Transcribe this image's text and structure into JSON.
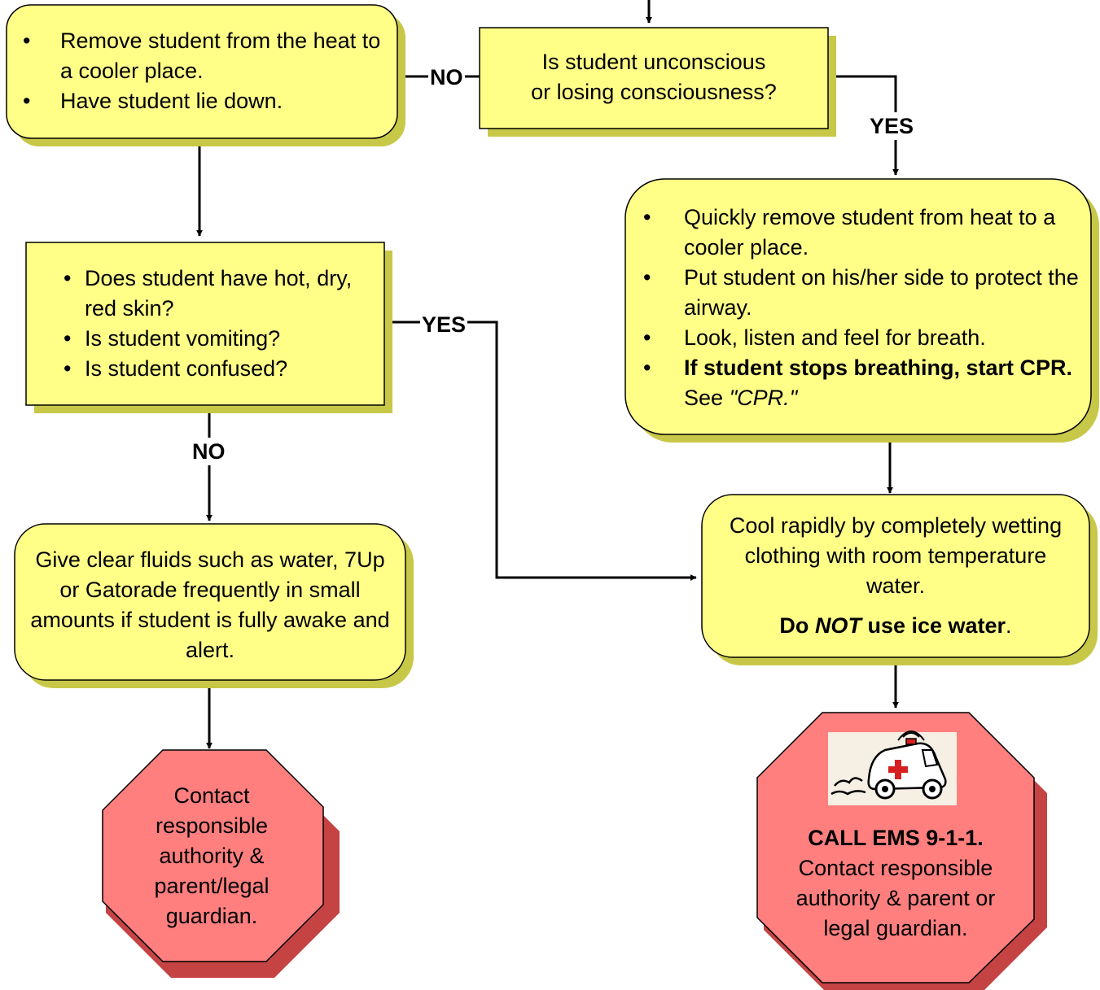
{
  "colors": {
    "box_fill": "#ffff88",
    "box_shadow": "#c8c848",
    "stop_fill": "#ff7f7f",
    "stop_shadow": "#c54343",
    "line": "#000000"
  },
  "nodes": {
    "question_unconscious": {
      "line1": "Is student unconscious",
      "line2": "or losing consciousness?"
    },
    "remove_student": {
      "items": [
        "Remove student from the heat to a cooler place.",
        "Have student lie down."
      ]
    },
    "quickly_remove": {
      "item1": "Quickly remove student from heat to a cooler place.",
      "item2": "Put student on his/her side to protect the airway.",
      "item3": "Look, listen and feel for breath.",
      "item4_bold": "If student stops breathing, start CPR.",
      "item4_see": "See",
      "item4_ref": "\"CPR.\""
    },
    "check_symptoms": {
      "items": [
        "Does student have hot, dry, red skin?",
        "Is student vomiting?",
        "Is student confused?"
      ]
    },
    "give_fluids": {
      "text": "Give clear fluids such as water, 7Up or Gatorade frequently in small amounts if student is fully awake and alert."
    },
    "cool_rapidly": {
      "text": "Cool rapidly by completely wetting clothing with room temperature water.",
      "do_label": "Do",
      "not_label": "NOT",
      "rest_label": "use ice water",
      "period": "."
    },
    "contact_left": {
      "text": "Contact responsible authority & parent/legal guardian."
    },
    "call_ems": {
      "bold": "CALL EMS 9-1-1.",
      "text": "Contact responsible authority & parent or legal guardian."
    }
  },
  "edge_labels": {
    "no_top": "NO",
    "yes_top": "YES",
    "yes_mid": "YES",
    "no_mid": "NO"
  },
  "icons": {
    "ambulance": "ambulance-icon"
  }
}
